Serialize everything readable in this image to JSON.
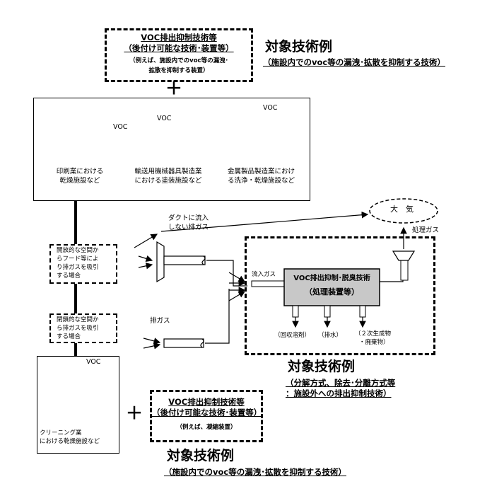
{
  "top_box": {
    "line1": "VOC排出抑制技術等",
    "line2": "（後付け可能な技術･装置等）",
    "line3": "（例えば、施設内でのvoc等の漏洩･",
    "line4": "拡散を抑制する装置）"
  },
  "top_label": {
    "title": "対象技術例",
    "subtitle": "（施設内でのvoc等の漏洩･拡散を抑制する技術）"
  },
  "plus_sign": "＋",
  "facility_box": {
    "voc1": "VOC",
    "voc2": "VOC",
    "voc3": "VOC",
    "caption1": [
      "印刷業における",
      "乾燥施設など"
    ],
    "caption2": [
      "輸送用機械器具製造業",
      "における塗装施設など"
    ],
    "caption3": [
      "金属製品製造業におけ",
      "る洗浄・乾燥施設など"
    ]
  },
  "open_space_box": [
    "開放的な空間か",
    "らフード等によ",
    "り排ガスを吸引",
    "する場合"
  ],
  "closed_space_box": [
    "閉鎖的な空間か",
    "ら排ガスを吸引",
    "する場合"
  ],
  "duct_label": [
    "ダクトに流入",
    "しない排ガス"
  ],
  "exhaust_label": "排ガス",
  "atmosphere": "大　気",
  "treated_gas": "処理ガス",
  "inflow_gas": "流入ガス",
  "device": {
    "line1": "VOC排出抑制･脱臭技術",
    "line2": "（処理装置等）"
  },
  "outputs": {
    "recovered": "（回収溶剤）",
    "wastewater": "（排水）",
    "byproduct": [
      "（２次生成物",
      "・廃棄物）"
    ]
  },
  "middle_label": {
    "title": "対象技術例",
    "line1": "（分解方式、除去･分離方式等",
    "line2": "：施設外への排出抑制技術）"
  },
  "cleaning_box": {
    "voc": "VOC",
    "caption": [
      "クリーニング業",
      "における乾燥施設など"
    ]
  },
  "bottom_box": {
    "line1": "VOC排出抑制技術等",
    "line2": "（後付け可能な技術･装置等）",
    "line3": "（例えば、凝縮装置）"
  },
  "bottom_label": {
    "title": "対象技術例",
    "subtitle": "（施設内でのvoc等の漏洩･拡散を抑制する技術）"
  }
}
